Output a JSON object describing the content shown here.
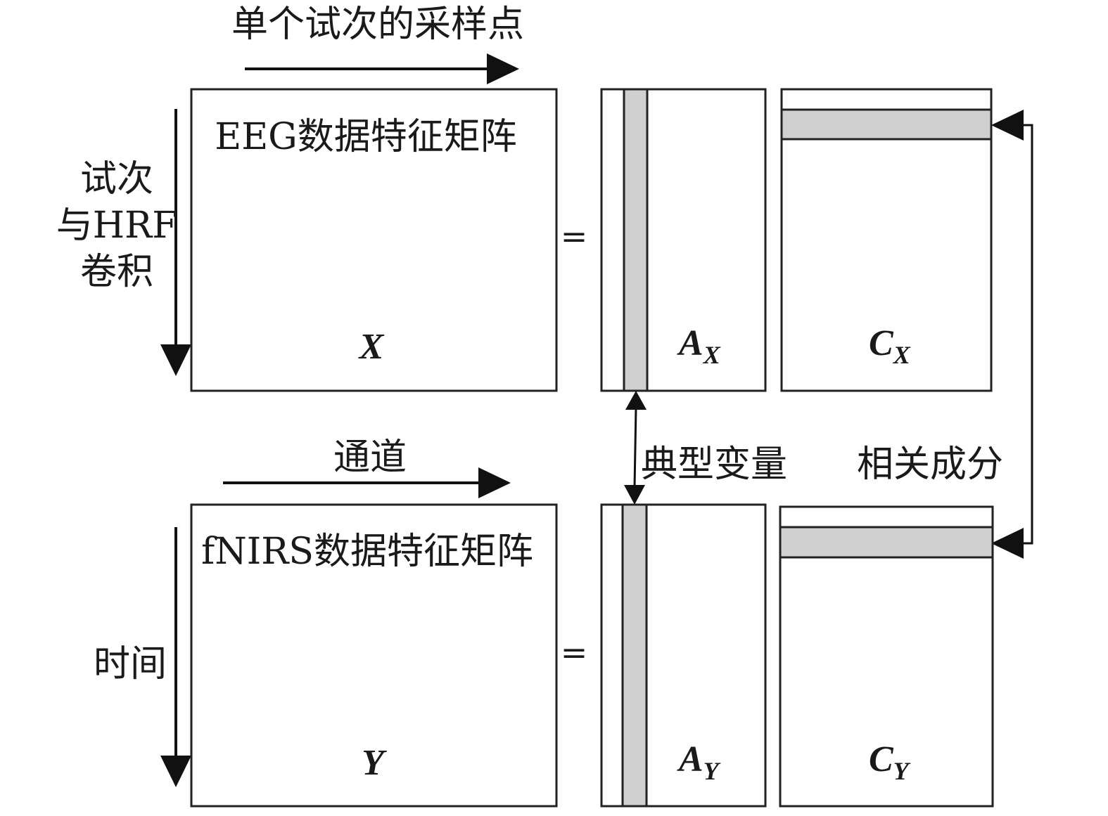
{
  "top_axis_label": "单个试次的采样点",
  "left_axis_label_top": [
    "试次",
    "与HRF",
    "卷积"
  ],
  "eeg_title": "EEG数据特征矩阵",
  "matrix_x": "X",
  "equals_top": "=",
  "a_x": {
    "main": "A",
    "sub": "X"
  },
  "c_x": {
    "main": "C",
    "sub": "X"
  },
  "middle_axis_label": "通道",
  "canonical_label": "典型变量",
  "correlated_label": "相关成分",
  "left_axis_label_bottom": "时间",
  "fnirs_title": "fNIRS数据特征矩阵",
  "matrix_y": "Y",
  "equals_bottom": "=",
  "a_y": {
    "main": "A",
    "sub": "Y"
  },
  "c_y": {
    "main": "C",
    "sub": "Y"
  },
  "colors": {
    "band_fill": "#d0d0d0",
    "stroke": "#222222"
  }
}
